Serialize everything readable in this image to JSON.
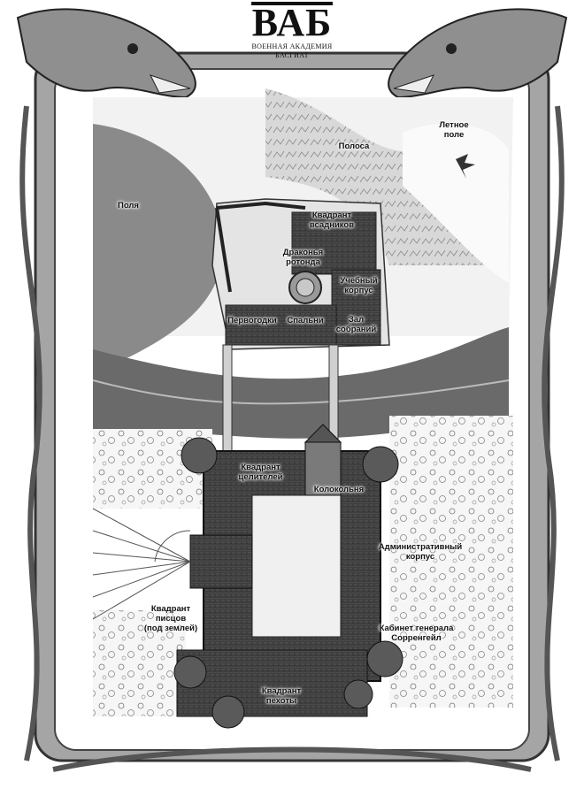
{
  "logo": {
    "monogram": "ВАБ",
    "line1": "ВОЕННАЯ АКАДЕМИЯ",
    "line2": "БАСГИАТ"
  },
  "labels": {
    "polosa": "Полоса",
    "letnoe_pole": "Летное\nполе",
    "polya": "Поля",
    "kvadrant_vsadnikov": "Квадрант\nвсадников",
    "drakonya_rotonda": "Драконья\nротонда",
    "uchebny_korpus": "Учебный\nкорпус",
    "pervogodki": "Первогодки",
    "spalni": "Спальни",
    "zal_sobraniy": "Зал\nсобраний",
    "kvadrant_tseliteley": "Квадрант\nцелителей",
    "kolokolnya": "Колокольня",
    "admin_korpus": "Административный\nкорпус",
    "kvadrant_pistsov": "Квадрант\nписцов\n(под землей)",
    "kabinet": "Кабинет генерала\nСорренгейл",
    "kvadrant_pekhoty": "Квадрант\nпехоты"
  },
  "colors": {
    "ink": "#111111",
    "paper": "#ffffff",
    "field_gray": "#8a8a8a",
    "river_gray": "#6a6a6a",
    "roof_dark": "#3a3a3a",
    "frame_stone": "#9a9a9a"
  }
}
